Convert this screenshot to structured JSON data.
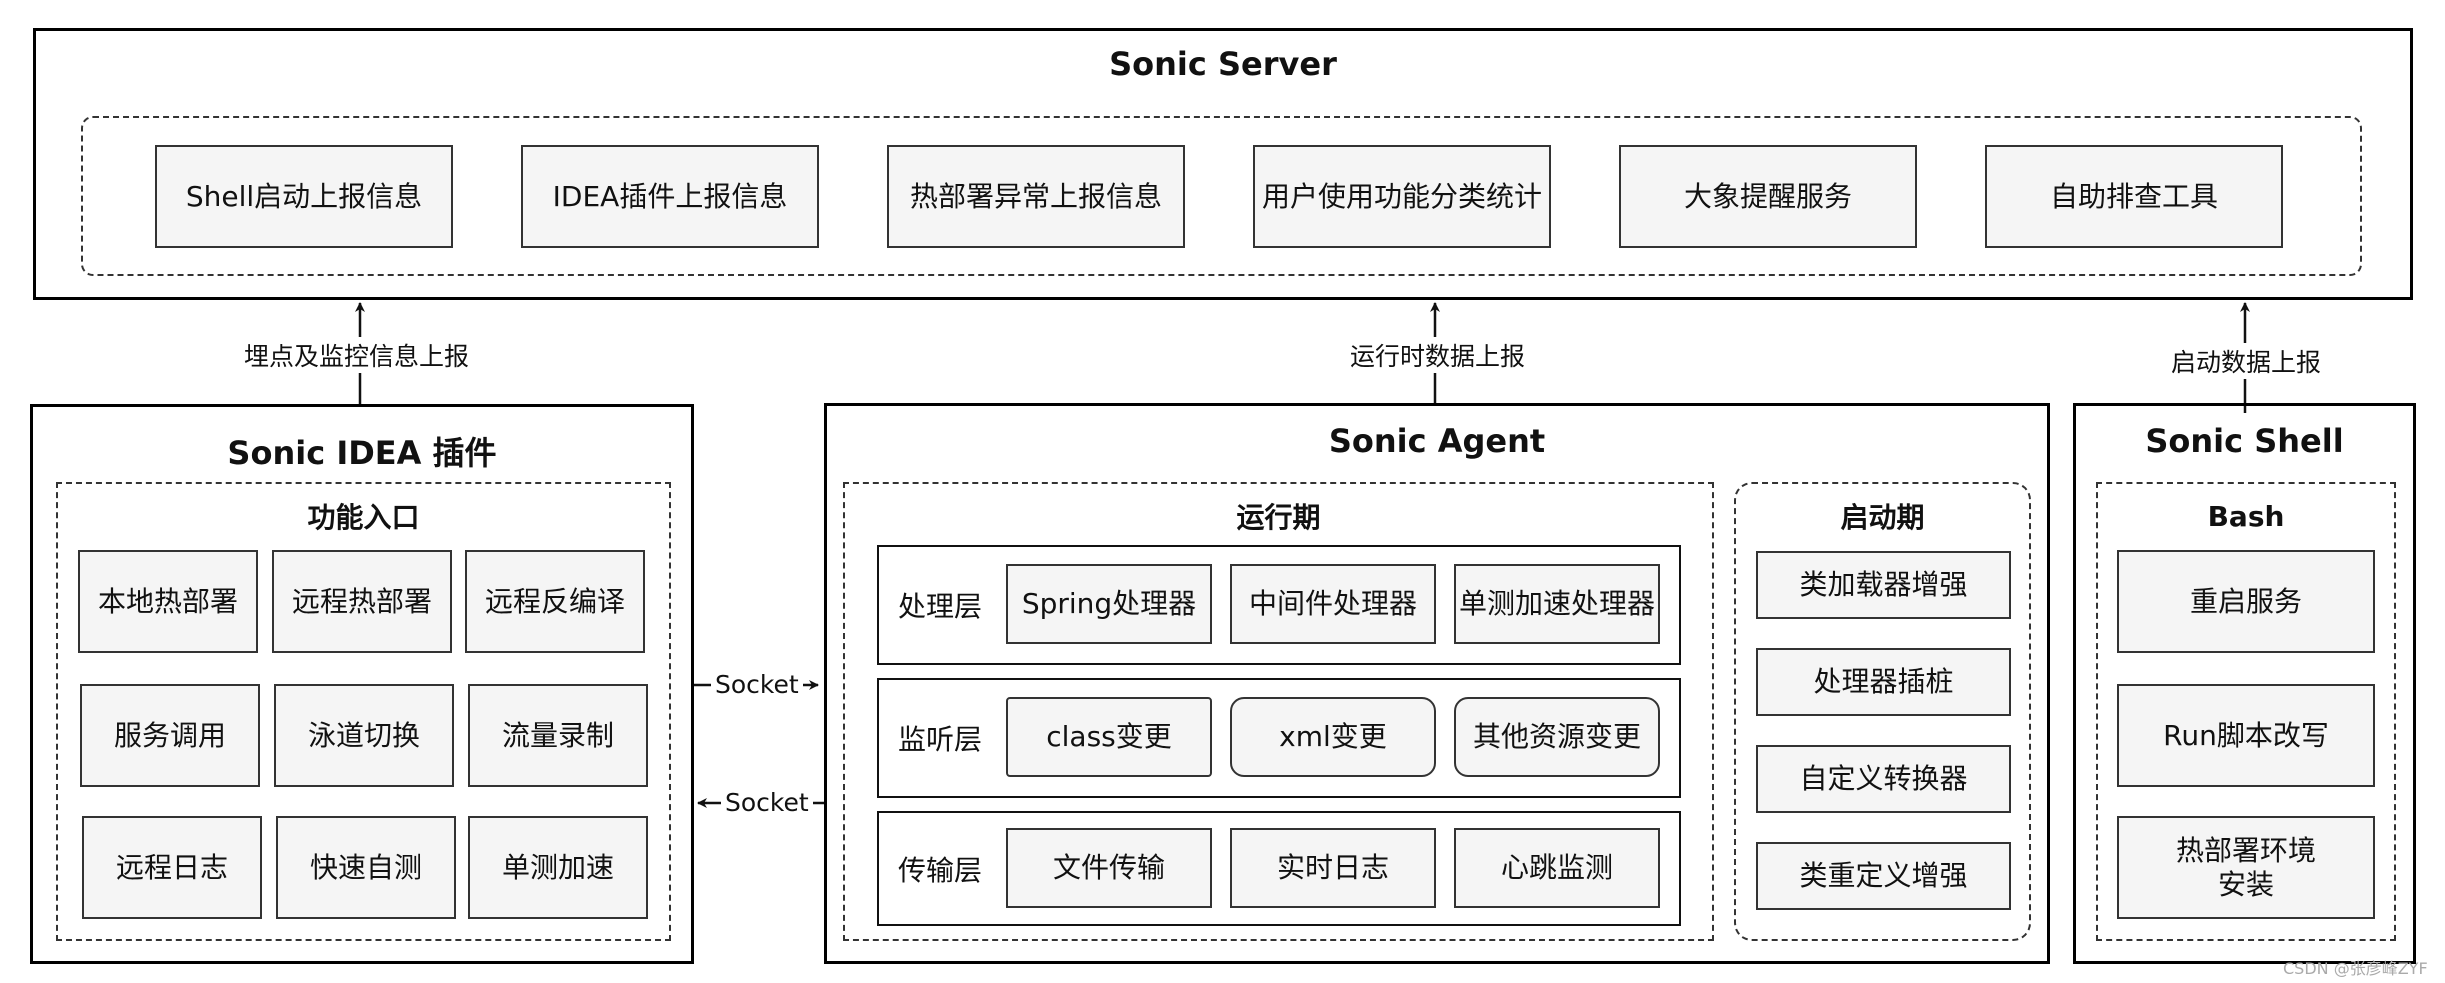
{
  "server": {
    "title": "Sonic Server",
    "items": [
      "Shell启动上报信息",
      "IDEA插件上报信息",
      "热部署异常上报信息",
      "用户使用功能分类统计",
      "大象提醒服务",
      "自助排查工具"
    ]
  },
  "idea": {
    "title": "Sonic IDEA 插件",
    "group_title": "功能入口",
    "items": [
      "本地热部署",
      "远程热部署",
      "远程反编译",
      "服务调用",
      "泳道切换",
      "流量录制",
      "远程日志",
      "快速自测",
      "单测加速"
    ]
  },
  "agent": {
    "title": "Sonic Agent",
    "runtime": {
      "title": "运行期",
      "layers": [
        {
          "label": "处理层",
          "items": [
            "Spring处理器",
            "中间件处理器",
            "单测加速处理器"
          ]
        },
        {
          "label": "监听层",
          "items": [
            "class变更",
            "xml变更",
            "其他资源变更"
          ]
        },
        {
          "label": "传输层",
          "items": [
            "文件传输",
            "实时日志",
            "心跳监测"
          ]
        }
      ]
    },
    "startup": {
      "title": "启动期",
      "items": [
        "类加载器增强",
        "处理器插桩",
        "自定义转换器",
        "类重定义增强"
      ]
    }
  },
  "shell": {
    "title": "Sonic Shell",
    "group_title": "Bash",
    "items": [
      "重启服务",
      "Run脚本改写",
      "热部署环境安装"
    ]
  },
  "connections": {
    "idea_to_server": "埋点及监控信息上报",
    "agent_to_server": "运行时数据上报",
    "shell_to_server": "启动数据上报",
    "socket_idea_to_agent": "Socket",
    "socket_agent_to_idea": "Socket"
  },
  "watermark": "CSDN @张彦峰ZYF"
}
